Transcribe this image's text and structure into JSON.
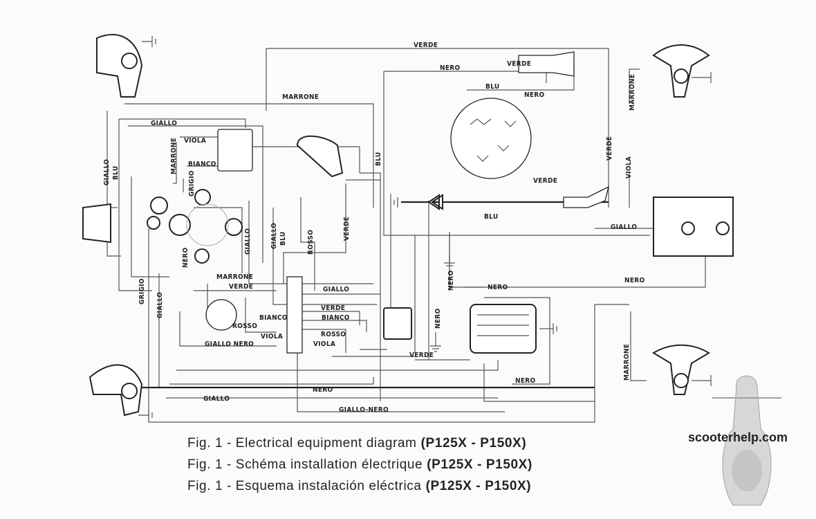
{
  "wire_labels": [
    "VERDE",
    "NERO",
    "VERDE",
    "BLU",
    "NERO",
    "MARRONE",
    "GIALLO",
    "VIOLA",
    "MARRONE",
    "BIANCO",
    "GIALLO",
    "BLU",
    "GRIGIO",
    "BLU",
    "VERDE",
    "VIOLA",
    "MARRONE",
    "VERDE",
    "BLU",
    "GIALLO",
    "NERO",
    "NERO",
    "GIALLO",
    "GIALLO",
    "BLU",
    "ROSSO",
    "VERDE",
    "NERO",
    "NERO",
    "NERO",
    "MARRONE",
    "VERDE",
    "GIALLO",
    "VERDE",
    "BIANCO",
    "BIANCO",
    "ROSSO",
    "ROSSO",
    "VIOLA",
    "VIOLA",
    "GIALLO NERO",
    "VERDE",
    "NERO",
    "GIALLO",
    "GIALLO-NERO",
    "NERO",
    "GRIGIO",
    "GIALLO",
    "MARRONE"
  ],
  "captions": [
    {
      "text": "Fig. 1 - Electrical equipment diagram",
      "models": "(P125X - P150X)"
    },
    {
      "text": "Fig. 1 - Schéma installation électrique",
      "models": "(P125X - P150X)"
    },
    {
      "text": "Fig. 1 - Esquema instalación eléctrica",
      "models": "(P125X - P150X)"
    }
  ],
  "watermark": "scooterhelp.com"
}
